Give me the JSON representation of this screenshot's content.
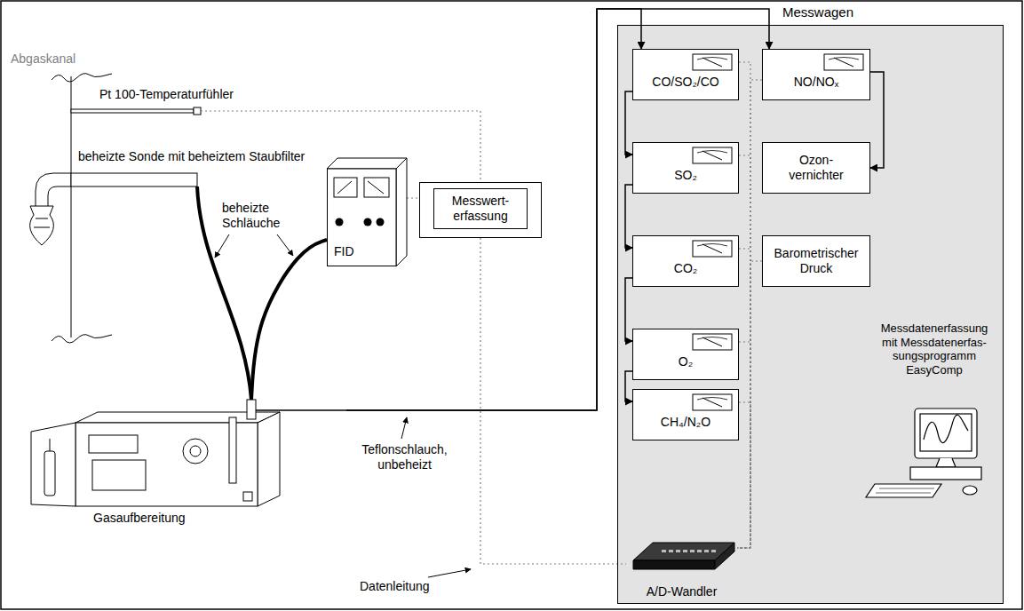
{
  "diagram": {
    "nodes": [
      {
        "text": [
          "FID"
        ]
      },
      {
        "text": [
          "Messwert- erfassung"
        ]
      },
      {
        "text": [
          "Gasaufbereitung"
        ]
      },
      {
        "text": [
          "Messwagen"
        ]
      },
      {
        "text": [
          "CO/SO₂/CO"
        ],
        "in": 3
      },
      {
        "text": [
          "SO₂"
        ],
        "in": 3
      },
      {
        "text": [
          "CO₂"
        ],
        "in": 3
      },
      {
        "text": [
          "O₂"
        ],
        "in": 3
      },
      {
        "text": [
          "CH₄/N₂O"
        ],
        "in": 3
      },
      {
        "text": [
          "NO/NOₓ"
        ],
        "in": 3
      },
      {
        "text": [
          "Ozon- vernichter"
        ],
        "in": 3
      },
      {
        "text": [
          "Barometrischer Druck"
        ],
        "in": 3
      },
      {
        "text": [
          "A/D-Wandler"
        ],
        "in": 3
      }
    ],
    "edges": [
      {
        "from": 2,
        "to": 0,
        "arrow": "none"
      },
      {
        "from": 2,
        "to": 4,
        "arrow": "to"
      },
      {
        "from": 2,
        "to": 9,
        "arrow": "to"
      },
      {
        "from": 4,
        "to": 5,
        "arrow": "to"
      },
      {
        "from": 5,
        "to": 6,
        "arrow": "to"
      },
      {
        "from": 6,
        "to": 7,
        "arrow": "to"
      },
      {
        "from": 7,
        "to": 8,
        "arrow": "to"
      },
      {
        "from": 9,
        "to": 10,
        "arrow": "to"
      },
      {
        "from": 0,
        "to": 1,
        "arrow": "none"
      },
      {
        "from": 1,
        "to": 12,
        "arrow": "none"
      },
      {
        "from": 4,
        "to": 12,
        "arrow": "none"
      },
      {
        "from": 5,
        "to": 12,
        "arrow": "none"
      },
      {
        "from": 6,
        "to": 12,
        "arrow": "none"
      },
      {
        "from": 7,
        "to": 12,
        "arrow": "none"
      },
      {
        "from": 8,
        "to": 12,
        "arrow": "none"
      },
      {
        "from": 9,
        "to": 12,
        "arrow": "none"
      },
      {
        "from": 11,
        "to": 12,
        "arrow": "none"
      }
    ],
    "labels": [
      "Abgaskanal",
      "Pt 100-Temperaturfühler",
      "beheizte Sonde mit beheiztem Staubfilter",
      "beheizte Schläuche",
      "Teflonschlauch, unbeheizt",
      "Datenleitung",
      "Messdatenerfassung mit Messdatenerfas- sungsprogramm EasyComp"
    ]
  }
}
